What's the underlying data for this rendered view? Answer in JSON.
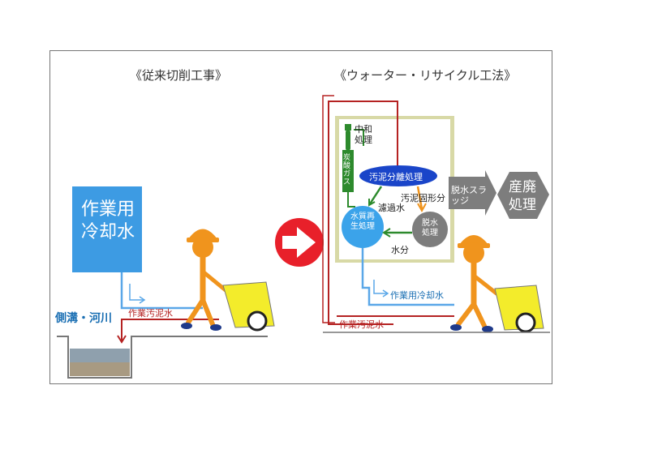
{
  "left": {
    "title": "《従来切削工事》",
    "coolant_box": "作業用冷却水",
    "ditch": "側溝・河川",
    "sludge": "作業汚泥水"
  },
  "right": {
    "title": "《ウォーター・リサイクル工法》",
    "neutral": "中和処理",
    "co2": "炭酸ガス",
    "separation": "汚泥分離処理",
    "solid": "汚泥固形分",
    "filtrate": "濾過水",
    "regeneration": "水質再生処理",
    "dewater": "脱水処理",
    "moisture": "水分",
    "sludge_arrow": "脱水スラッジ",
    "disposal": "産廃処理",
    "coolant": "作業用冷却水",
    "sludge": "作業汚泥水"
  },
  "colors": {
    "blue": "#5aa7e8",
    "box_blue": "#3d9be3",
    "red": "#b52222",
    "orange": "#f0941d",
    "green": "#2d8a2d",
    "panel": "#d8d9a6",
    "gray": "#7d7d7d"
  }
}
